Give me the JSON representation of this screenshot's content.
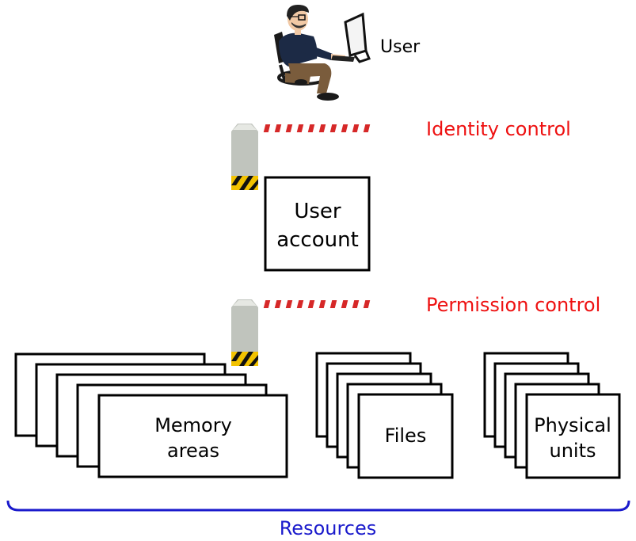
{
  "user": {
    "label": "User",
    "icon": "user-at-computer-icon"
  },
  "identity_control": {
    "label": "Identity control",
    "icon": "barrier-gate-icon"
  },
  "user_account": {
    "line1": "User",
    "line2": "account"
  },
  "permission_control": {
    "label": "Permission control",
    "icon": "barrier-gate-icon"
  },
  "resources": {
    "label": "Resources",
    "memory": {
      "line1": "Memory",
      "line2": "areas"
    },
    "files": {
      "line1": "Files"
    },
    "physical": {
      "line1": "Physical",
      "line2": "units"
    }
  },
  "colors": {
    "control_text": "#ee1111",
    "resources": "#1a1acc",
    "box_stroke": "#000000",
    "barrier_post": "#c0c4bd",
    "barrier_arm_stripe": "#d62828",
    "hazard_yellow": "#f2c200"
  }
}
